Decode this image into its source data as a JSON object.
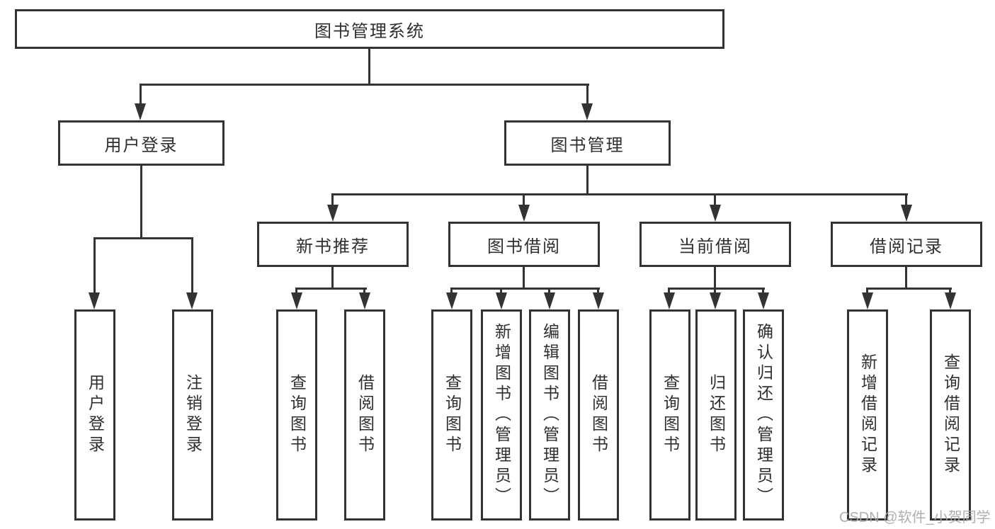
{
  "diagram": {
    "title": "图书管理系统",
    "watermark": "CSDN @软件_小贺同学",
    "colors": {
      "line": "#333333",
      "text": "#2f2f2f",
      "box_background": "#ffffff",
      "page_background": "#ffffff",
      "watermark": "#a8a8a8"
    },
    "root": {
      "label": "图书管理系统"
    },
    "level2": [
      {
        "label": "用户登录"
      },
      {
        "label": "图书管理"
      }
    ],
    "level3": [
      {
        "label": "新书推荐"
      },
      {
        "label": "图书借阅"
      },
      {
        "label": "当前借阅"
      },
      {
        "label": "借阅记录"
      }
    ],
    "leaves": {
      "user_login": [
        "用户登录",
        "注销登录"
      ],
      "new_book": [
        "查询图书",
        "借阅图书"
      ],
      "book_borrow": [
        "查询图书",
        "新增图书（管理员）",
        "编辑图书（管理员）",
        "借阅图书"
      ],
      "current_borrow": [
        "查询图书",
        "归还图书",
        "确认归还（管理员）"
      ],
      "borrow_record": [
        "新增借阅记录",
        "查询借阅记录"
      ]
    }
  }
}
